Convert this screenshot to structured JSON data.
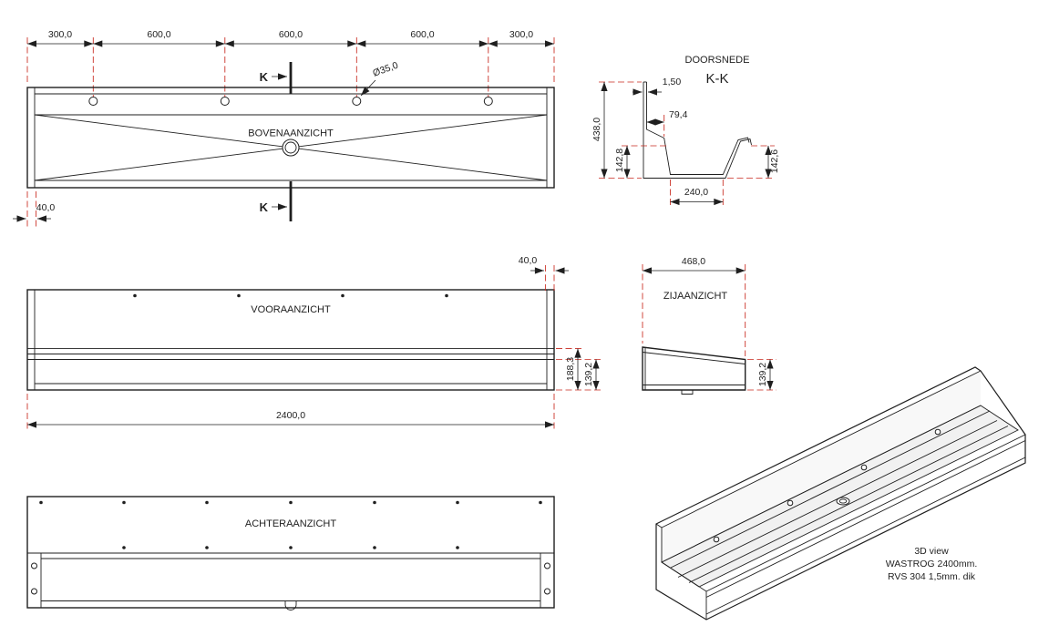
{
  "colors": {
    "line": "#1f1f1f",
    "dim_red": "#c8281e"
  },
  "views": {
    "top": {
      "label": "BOVENAANZICHT",
      "dims": {
        "left_300": "300,0",
        "span1_600": "600,0",
        "span2_600": "600,0",
        "span3_600": "600,0",
        "right_300": "300,0",
        "hole_dia": "Ø35,0",
        "endcap_40": "40,0"
      },
      "section_letter_top": "K",
      "section_letter_bottom": "K"
    },
    "section": {
      "title": "DOORSNEDE",
      "name": "K-K",
      "dims": {
        "wall": "1,50",
        "flange": "79,4",
        "height": "438,0",
        "depth_left": "142,8",
        "depth_right": "142,6",
        "bottom": "240,0"
      }
    },
    "front": {
      "label": "VOORAANZICHT",
      "dims": {
        "endcap_40": "40,0",
        "back_height": "188,3",
        "front_height": "139,2",
        "total_length": "2400,0"
      }
    },
    "side": {
      "label": "ZIJAANZICHT",
      "dims": {
        "width": "468,0",
        "front_height": "139,2"
      }
    },
    "rear": {
      "label": "ACHTERAANZICHT"
    },
    "iso": {
      "caption_line1": "3D view",
      "caption_line2": "WASTROG 2400mm.",
      "caption_line3": "RVS 304  1,5mm. dik"
    }
  }
}
